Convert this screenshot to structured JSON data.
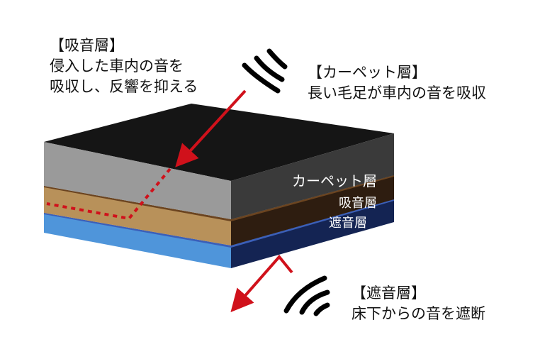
{
  "captions": {
    "absorb": {
      "heading": "【吸音層】",
      "line1": "侵入した車内の音を",
      "line2": "吸収し、反響を抑える"
    },
    "carpet": {
      "heading": "【カーペット層】",
      "line1": "長い毛足が車内の音を吸収"
    },
    "soundproof": {
      "heading": "【遮音層】",
      "line1": "床下からの音を遮断"
    }
  },
  "layers": {
    "carpet": "カーペット層",
    "absorb": "吸音層",
    "soundproof": "遮音層"
  },
  "colors": {
    "carpet_top": "#151515",
    "carpet_front": "#9a9a9a",
    "carpet_side": "#3a3a3a",
    "absorb_front": "#b8915a",
    "absorb_side": "#2e1d10",
    "soundproof_front": "#4f95da",
    "soundproof_side": "#142453",
    "arrow": "#d0111b",
    "waves": "#000000"
  },
  "icons": [
    "sound-wave-icon",
    "arrow-icon"
  ]
}
